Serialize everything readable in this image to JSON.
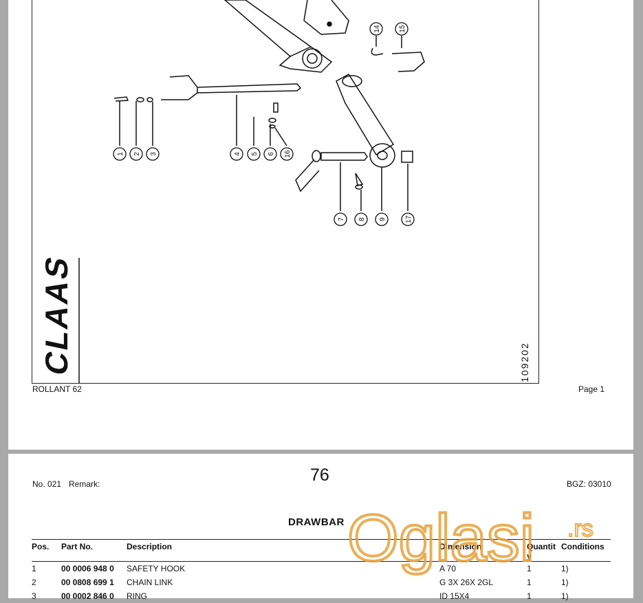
{
  "sheet1": {
    "callouts": [
      "1",
      "2",
      "3",
      "4",
      "5",
      "6",
      "16",
      "7",
      "8",
      "9",
      "17",
      "14",
      "15"
    ],
    "logo_text": "CLAAS",
    "drawing_no": "109202",
    "machine": "ROLLANT 62",
    "page_label": "Page 1"
  },
  "sheet2": {
    "no_label": "No. 021",
    "remark_label": "Remark:",
    "page_number": "76",
    "bgz": "BGZ: 03010",
    "title": "DRAWBAR",
    "watermark": "Oglasi.rs",
    "columns": {
      "pos": "Pos.",
      "part_no": "Part No.",
      "description": "Description",
      "dimension": "Dimension",
      "quantity": "Quantit y",
      "conditions": "Conditions"
    },
    "rows": [
      {
        "pos": "1",
        "part_no": "00 0006 948 0",
        "description": "SAFETY HOOK",
        "dimension": "A 70",
        "qty": "1",
        "cond": "1)"
      },
      {
        "pos": "2",
        "part_no": "00 0808 699 1",
        "description": "CHAIN LINK",
        "dimension": "G 3X 26X  2GL",
        "qty": "1",
        "cond": "1)"
      },
      {
        "pos": "3",
        "part_no": "00 0002 846 0",
        "description": "RING",
        "dimension": "ID 15X4",
        "qty": "1",
        "cond": "1)"
      }
    ]
  }
}
